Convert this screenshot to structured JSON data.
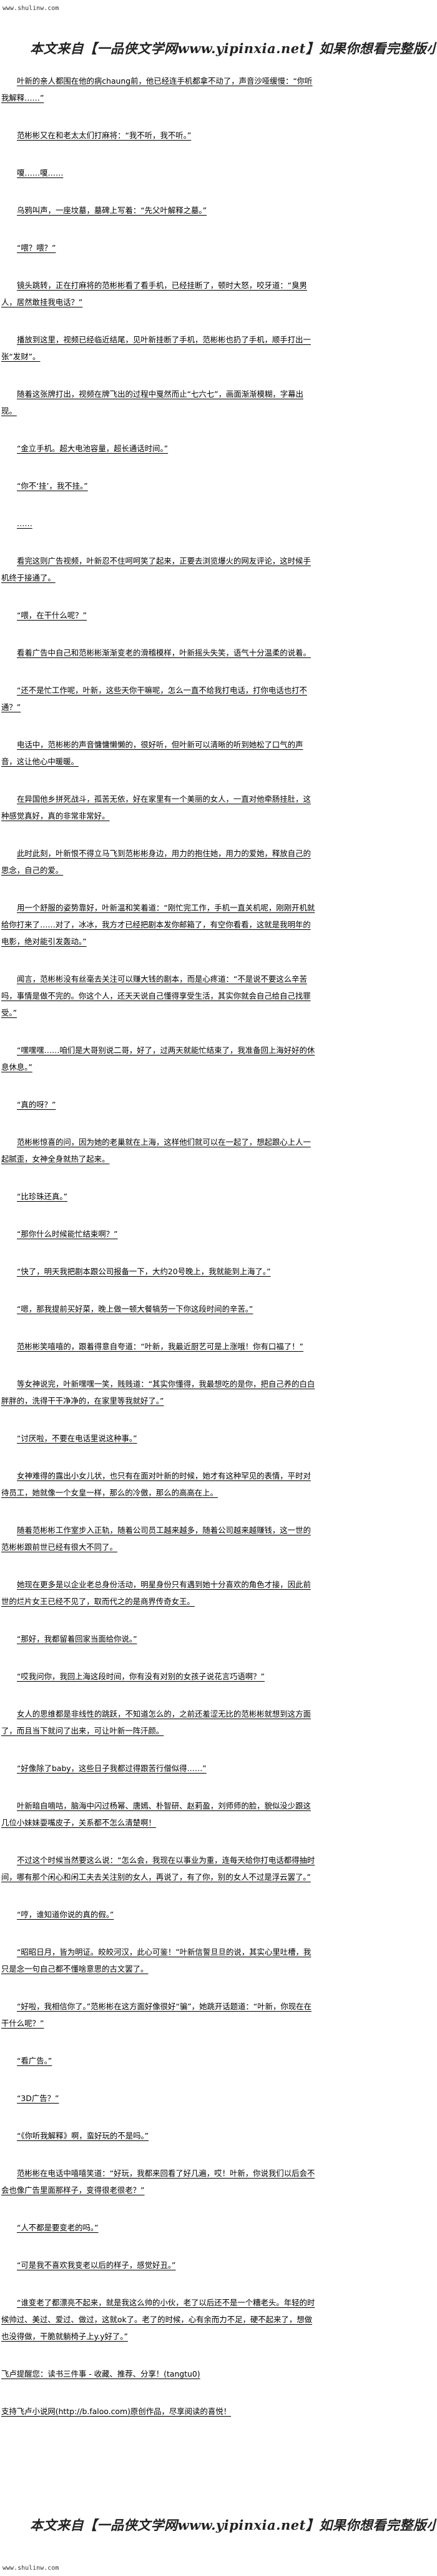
{
  "header": {
    "site": "www.shulinw.com",
    "banner": "本文来自【一品侠文学网www.yipinxia.net】如果你想看完整版小说，请"
  },
  "paragraphs": [
    "叶新的亲人都围在他的病chaung前，他已经连手机都拿不动了，声音沙哑缓慢：“你听我解释……”",
    "范彬彬又在和老太太们打麻将：“我不听，我不听。”",
    "嗄……嗄……",
    "乌鸦叫声，一座坟墓，墓碑上写着：“先父叶解释之墓。”",
    "“喂？喂？”",
    "镜头跳转，正在打麻将的范彬彬看了看手机，已经挂断了，顿时大怒，咬牙道：“臭男人，居然敢挂我电话？”",
    "播放到这里，视频已经临近结尾，见叶新挂断了手机，范彬彬也扔了手机，顺手打出一张“发财”。",
    "随着这张牌打出，视频在牌飞出的过程中戛然而止“七六七”，画面渐渐模糊，字幕出现。",
    "“金立手机。超大电池容量，超长通话时间。”",
    "“你不‘挂’，我不挂。”",
    "……",
    "看完这则广告视频，叶新忍不住呵呵笑了起来，正要去浏览爆火的网友评论，这时候手机终于接通了。",
    "“喂，在干什么呢？”",
    "看着广告中自己和范彬彬渐渐变老的滑稽模样，叶新摇头失笑，语气十分温柔的说着。",
    "“还不是忙工作呢，叶新，这些天你干嘛呢，怎么一直不给我打电话，打你电话也打不通？”",
    "电话中，范彬彬的声音慵慵懒懒的，很好听，但叶新可以清晰的听到她松了口气的声音，这让他心中暖暖。",
    "在异国他乡拼死战斗，孤苦无依，好在家里有一个美丽的女人，一直对他牵肠挂肚，这种感觉真好，真的非常非常好。",
    "此时此刻，叶新恨不得立马飞到范彬彬身边，用力的抱住她，用力的爱她，释放自己的思念，自己的爱。",
    "用一个舒服的姿势靠好，叶新温和笑着道：“刚忙完工作，手机一直关机呢，刚刚开机就给你打来了……对了，冰冰，我方才已经把剧本发你邮箱了，有空你看看，这就是我明年的电影，绝对能引发轰动。”",
    "闻言，范彬彬没有丝毫去关注可以赚大钱的剧本，而是心疼道：“不是说不要这么辛苦吗，事情是做不完的。你这个人，还天天说自己懂得享受生活，其实你就会自己给自己找罪受。”",
    "“嘿嘿嘿……咱们是大哥别说二哥，好了，过两天就能忙结束了，我准备回上海好好的休息休息。”",
    "“真的呀？”",
    "范彬彬惊喜的问，因为她的老巢就在上海，这样他们就可以在一起了，想起跟心上人一起腻歪，女神全身就热了起来。",
    "“比珍珠还真。”",
    "“那你什么时候能忙结束啊？”",
    "“快了，明天我把剧本跟公司报备一下，大约20号晚上，我就能到上海了。”",
    "“嗯，那我提前买好菜，晚上做一顿大餐犒劳一下你这段时间的辛苦。”",
    "范彬彬笑嘻嘻的，跟着得意自夸道：“叶新，我最近厨艺可是上涨哦！你有口福了！”",
    "等女神说完，叶新嘿嘿一笑，贱贱道：“其实你懂得，我最想吃的是你，把自己养的白白胖胖的，洗得干干净净的，在家里等我就好了。”",
    "“讨厌啦，不要在电话里说这种事。”",
    "女神难得的露出小女儿状，也只有在面对叶新的时候，她才有这种罕见的表情，平时对待员工，她就像一个女皇一样，那么的冷傲，那么的高高在上。",
    "随着范彬彬工作室步入正轨，随着公司员工越来越多，随着公司越来越赚钱，这一世的范彬彬跟前世已经有很大不同了。",
    "她现在更多是以企业老总身份活动，明星身份只有遇到她十分喜欢的角色才接，因此前世的烂片女王已经不见了，取而代之的是商界传奇女王。",
    "“那好，我都留着回家当面给你说。”",
    "“哎我问你，我回上海这段时间，你有没有对别的女孩子说花言巧语啊？”",
    "女人的思维都是非线性的跳跃，不知道怎么的，之前还羞涩无比的范彬彬就想到这方面了，而且当下就问了出来，可让叶新一阵汗颜。",
    "“好像除了baby，这些日子我都过得跟苦行僧似得……”",
    "叶新暗自嘀咕，脑海中闪过杨幂、唐嫣、朴智研、赵莉盈，刘师师的脸，貌似没少跟这几位小妹妹耍嘴皮子，关系都不怎么清楚啊！",
    "不过这个时候当然要这么说：“怎么会，我现在以事业为重，连每天给你打电话都得抽时间，哪有那个闲心和闲工夫去关注别的女人，再说了，有了你，别的女人不过是浮云罢了。”",
    "“哼，谁知道你说的真的假。”",
    "“昭昭日月，皆为明证。皎皎河汉，此心可鉴！”叶新信誓旦旦的说，其实心里吐槽，我只是念一句自己都不懂啥意思的古文罢了。",
    "“好啦，我相信你了。”范彬彬在这方面好像很好“骗”，她跳开话题道：“叶新，你现在在干什么呢？”",
    "“看广告。”",
    "“3D广告？”",
    "“《你听我解释》啊，蛮好玩的不是吗。”",
    "范彬彬在电话中嘻嘻笑道：“好玩，我都来回看了好几遍，哎！叶新，你说我们以后会不会也像广告里面那样子，变得很老很老？”",
    "“人不都是要变老的吗。”",
    "“可是我不喜欢我变老以后的样子，感觉好丑。”",
    "“谁变老了都漂亮不起来，就是我这么帅的小伙，老了以后还不是一个糟老头。年轻的时候帅过、美过、爱过、做过，这就ok了。老了的时候，心有余而力不足，硬不起来了，想做也没得做，干脆就躺椅子上y.y好了。”"
  ],
  "footer_notes": [
    "飞卢提醒您：读书三件事 - 收藏、推荐、分享！(tangtu0)",
    "支持飞卢小说网(http://b.faloo.com)原创作品，尽享阅读的喜悦！"
  ],
  "footer": {
    "banner": "本文来自【一品侠文学网www.yipinxia.net】如果你想看完整版小说，请",
    "site": "www.shulinw.com"
  }
}
